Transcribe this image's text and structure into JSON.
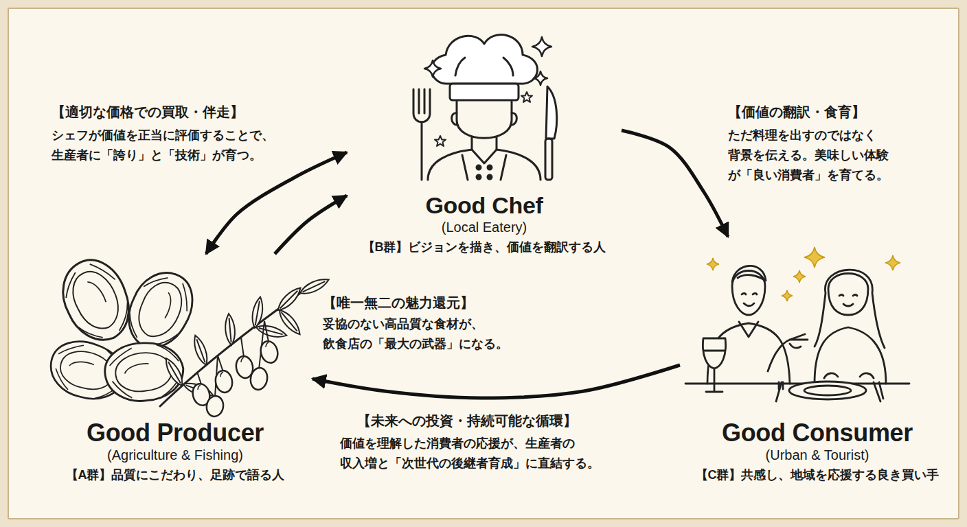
{
  "diagram": {
    "nodes": [
      {
        "text": [
          "Good Chef",
          "(Local Eatery)",
          "【B群】ビジョンを描き、価値を翻訳する人"
        ]
      },
      {
        "text": [
          "Good Producer",
          "(Agriculture & Fishing)",
          "【A群】品質にこだわり、足跡で語る人"
        ]
      },
      {
        "text": [
          "Good Consumer",
          "(Urban & Tourist)",
          "【C群】共感し、地域を応援する良き買い手"
        ]
      }
    ],
    "edges": [
      {
        "from": 1,
        "to": 0,
        "arrow": "both",
        "label": "【適切な価格での買取・伴走】"
      },
      {
        "from": 1,
        "to": 0,
        "arrow": "to",
        "label": "【唯一無二の魅力還元】"
      },
      {
        "from": 0,
        "to": 2,
        "arrow": "to",
        "label": "【価値の翻訳・食育】"
      },
      {
        "from": 2,
        "to": 1,
        "arrow": "to",
        "label": "【未来への投資・持続可能な循環】"
      }
    ],
    "labels": [
      "シェフが価値を正当に評価することで、 生産者に「誇り」と「技術」が育つ。",
      "ただ料理を出すのではなく 背景を伝える。美味しい体験 が「良い消費者」を育てる。",
      "妥協のない高品質な食材が、 飲食店の「最大の武器」になる。",
      "価値を理解した消費者の応援が、生産者の 収入増と「次世代の後継者育成」に直結する。"
    ]
  }
}
